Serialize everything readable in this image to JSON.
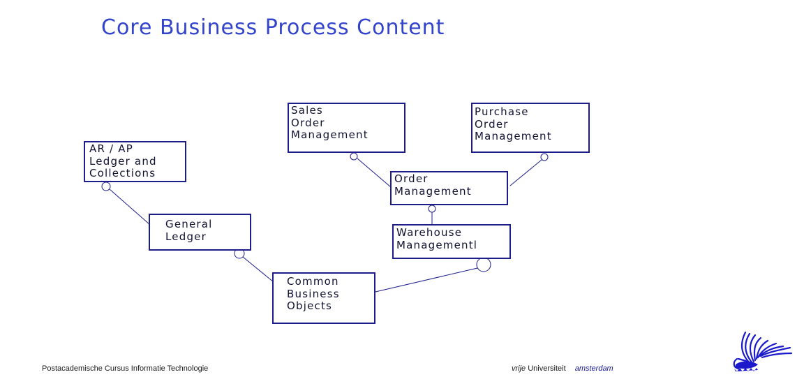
{
  "title": "Core Business Process Content",
  "boxes": {
    "sales": [
      "Sales",
      "Order",
      "Management"
    ],
    "purchase": [
      "Purchase",
      "Order",
      "Management"
    ],
    "arap": [
      "AR / AP",
      "Ledger and",
      "Collections"
    ],
    "order": [
      "Order",
      "Management"
    ],
    "gl": [
      "General",
      "Ledger"
    ],
    "warehouse": [
      "Warehouse",
      "Managementl"
    ],
    "cbo": [
      "Common",
      "Business",
      "Objects"
    ]
  },
  "footer": {
    "course": "Postacademische Cursus Informatie Technologie",
    "vrije": "vrije",
    "universiteit": "Universiteit",
    "amsterdam": "amsterdam"
  },
  "colors": {
    "title": "#3344cc",
    "box_border": "#1c1c8a",
    "line": "#1c1c8a",
    "logo": "#1a1acc"
  }
}
